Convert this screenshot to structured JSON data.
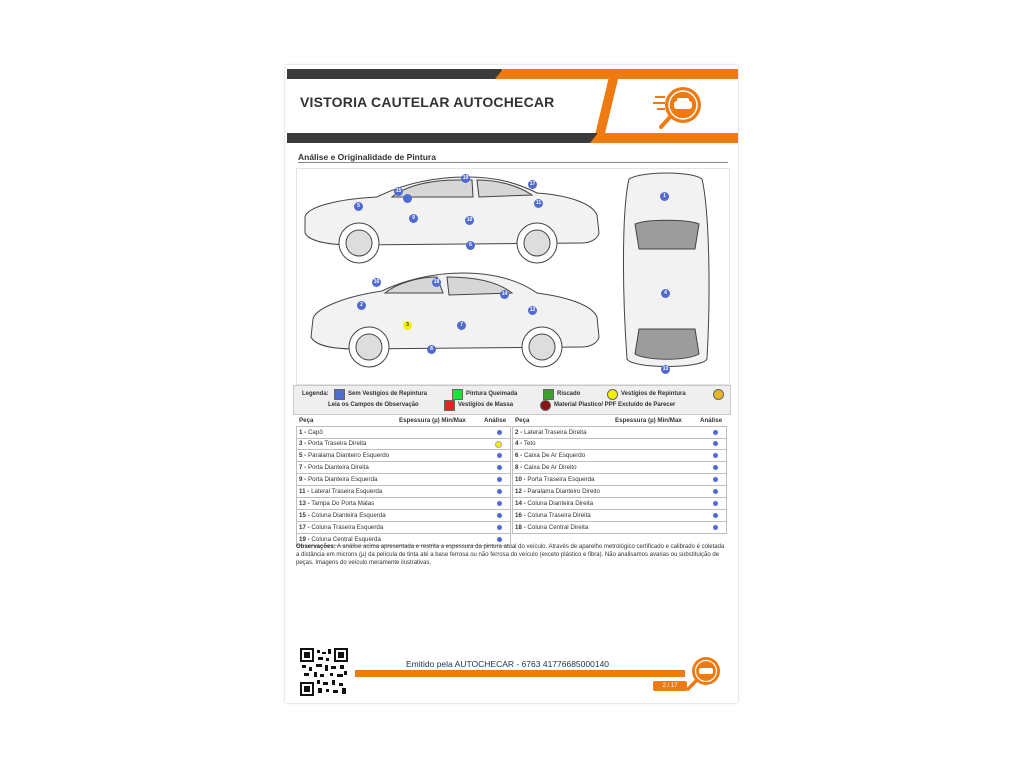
{
  "header": {
    "title": "VISTORIA CAUTELAR AUTOCHECAR"
  },
  "section": {
    "title": "Análise e Originalidade de Pintura"
  },
  "diagram_markers": [
    "1",
    "2",
    "3",
    "4",
    "5",
    "6",
    "7",
    "8",
    "9",
    "10",
    "11",
    "12",
    "13",
    "14",
    "15",
    "16",
    "17",
    "18",
    "19"
  ],
  "legend": {
    "title": "Legenda:",
    "items": [
      {
        "label": "Sem Vestígios de Repintura",
        "color": "#4f6ad0"
      },
      {
        "label": "Pintura Queimada",
        "color": "#22e03a"
      },
      {
        "label": "Riscado",
        "color": "#3aa12c"
      },
      {
        "label": "Vestígios de Repintura",
        "color": "#f3f000"
      },
      {
        "label": "",
        "color": "#e8b52a"
      },
      {
        "label": "Leia os Campos de Observação",
        "color": ""
      },
      {
        "label": "Vestígios de Massa",
        "color": "#e02525"
      },
      {
        "label": "Material Plastico/ PPF Excluído de Parecer",
        "color": "#8b1313"
      }
    ]
  },
  "table": {
    "headers": {
      "peca": "Peça",
      "espessura": "Espessura (µ) Min/Max",
      "analise": "Análise"
    },
    "left": [
      {
        "num": "1 -",
        "name": "Capô",
        "status": "#4f6ad0"
      },
      {
        "num": "3 -",
        "name": "Porta Traseira Direita",
        "status": "#f3f000"
      },
      {
        "num": "5 -",
        "name": "Paralama Dianteiro Esquerdo",
        "status": "#4f6ad0"
      },
      {
        "num": "7 -",
        "name": "Porta Dianteira Direita",
        "status": "#4f6ad0"
      },
      {
        "num": "9 -",
        "name": "Porta Dianteira Esquerda",
        "status": "#4f6ad0"
      },
      {
        "num": "11 -",
        "name": "Lateral Traseira Esquerda",
        "status": "#4f6ad0"
      },
      {
        "num": "13 -",
        "name": "Tampa Do Porta Malas",
        "status": "#4f6ad0"
      },
      {
        "num": "15 -",
        "name": "Coluna Dianteira Esquerda",
        "status": "#4f6ad0"
      },
      {
        "num": "17 -",
        "name": "Coluna Traseira Esquerda",
        "status": "#4f6ad0"
      },
      {
        "num": "19 -",
        "name": "Coluna Central Esquerda",
        "status": "#4f6ad0"
      }
    ],
    "right": [
      {
        "num": "2 -",
        "name": "Lateral Traseira Direita",
        "status": "#4f6ad0"
      },
      {
        "num": "4 -",
        "name": "Teto",
        "status": "#4f6ad0"
      },
      {
        "num": "6 -",
        "name": "Caixa De Ar Esquerdo",
        "status": "#4f6ad0"
      },
      {
        "num": "8 -",
        "name": "Caixa De Ar Direito",
        "status": "#4f6ad0"
      },
      {
        "num": "10 -",
        "name": "Porta Traseira Esquerda",
        "status": "#4f6ad0"
      },
      {
        "num": "12 -",
        "name": "Paralama Dianteiro Direito",
        "status": "#4f6ad0"
      },
      {
        "num": "14 -",
        "name": "Coluna Dianteira Direita",
        "status": "#4f6ad0"
      },
      {
        "num": "16 -",
        "name": "Coluna Traseira Direita",
        "status": "#4f6ad0"
      },
      {
        "num": "18 -",
        "name": "Coluna Central Direita",
        "status": "#4f6ad0"
      }
    ]
  },
  "observations": {
    "label": "Observações:",
    "text": "A análise acima apresentada e restrita a espessura da pintura atual do veículo. Através de aparelho metrológico certificado e calibrado é coletada a distância em microns (µ) da película de tinta até a base ferrosa ou não ferrosa do veículo (exceto plástico e fibra). Não analisamos avarias ou substituição de peças. Imagens do veículo meramente ilustrativas."
  },
  "footer": {
    "text": "Emitido pela AUTOCHECAR - 6763 41776685000140",
    "page": "2 / 17"
  },
  "colors": {
    "accent": "#f07a12",
    "dark": "#3b3b3b",
    "marker": "#4f6ad0"
  }
}
